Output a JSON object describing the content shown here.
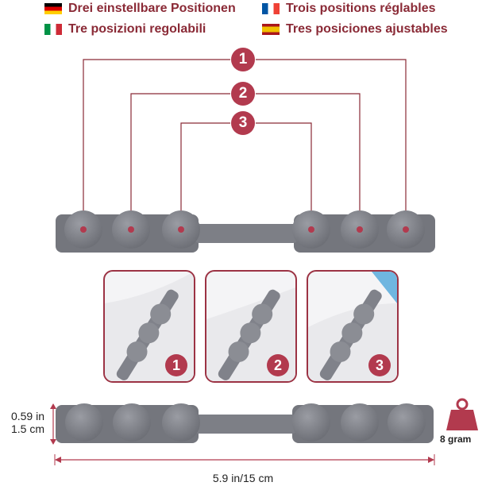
{
  "languages": [
    {
      "code": "de",
      "flag_icon": "germany-flag-icon",
      "text": "Drei einstellbare Positionen"
    },
    {
      "code": "fr",
      "flag_icon": "france-flag-icon",
      "text": "Trois positions réglables"
    },
    {
      "code": "it",
      "flag_icon": "italy-flag-icon",
      "text": "Tre posizioni regolabili"
    },
    {
      "code": "es",
      "flag_icon": "spain-flag-icon",
      "text": "Tres posiciones ajustables"
    }
  ],
  "position_badges": [
    "1",
    "2",
    "3"
  ],
  "panel_badges": [
    "1",
    "2",
    "3"
  ],
  "dimensions": {
    "height_in": "0.59 in",
    "height_cm": "1.5 cm",
    "length": "5.9 in/15 cm"
  },
  "weight": {
    "label": "8 gram",
    "icon": "weight-icon"
  },
  "colors": {
    "accent": "#b23a4e",
    "strap": "#7d7f86",
    "text_accent": "#8a2a36"
  }
}
